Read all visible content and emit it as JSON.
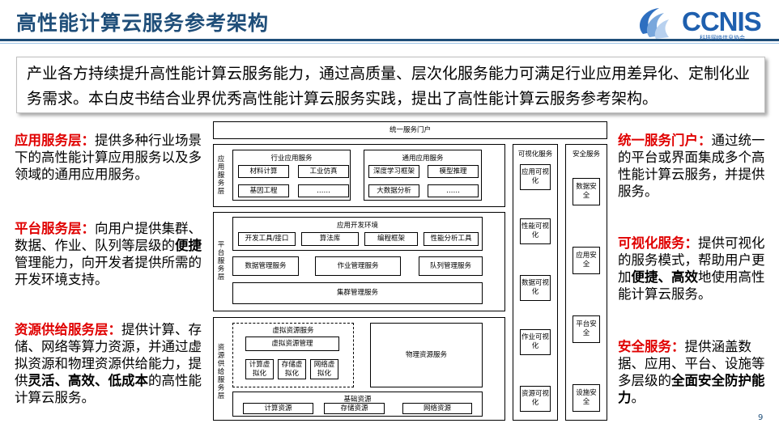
{
  "header": {
    "title": "高性能计算云服务参考架构"
  },
  "logo": {
    "name": "CCNIS",
    "subtitle": "科技网络信息协会"
  },
  "intro": {
    "text": "产业各方持续提升高性能计算云服务能力，通过高质量、层次化服务能力可满足行业应用差异化、定制化业务需求。本白皮书结合业界优秀高性能计算云服务实践，提出了高性能计算云服务参考架构。"
  },
  "left": {
    "app": {
      "title": "应用服务层：",
      "text": "提供多种行业场景下的高性能计算应用服务以及多领域的通用应用服务。"
    },
    "platform": {
      "title": "平台服务层：",
      "text1": "向用户提供集群、数据、作业、队列等层级的",
      "bold": "便捷",
      "text2": "管理能力，向开发者提供所需的开发环境支持。"
    },
    "resource": {
      "title": "资源供给服务层：",
      "text1": "提供计算、存储、网络等算力资源，并通过虚拟资源和物理资源供给能力，提供",
      "bold": "灵活、高效、低成本",
      "text2": "的高性能计算云服务。"
    }
  },
  "right": {
    "portal": {
      "title": "统一服务门户：",
      "text": "通过统一的平台或界面集成多个高性能计算云服务，并提供服务。"
    },
    "visual": {
      "title": "可视化服务：",
      "text1": "提供可视化的服务模式，帮助用户更加",
      "bold": "便捷、高效",
      "text2": "地使用高性能计算云服务。"
    },
    "security": {
      "title": "安全服务：",
      "text1": "提供涵盖数据、应用、平台、设施等多层级的",
      "bold": "全面安全防护能力",
      "text2": "。"
    }
  },
  "diagram": {
    "portal": "统一服务门户",
    "app_layer": {
      "label": "应用服务层",
      "industry": {
        "title": "行业应用服务",
        "items": [
          "材料计算",
          "工业仿真",
          "基因工程",
          "……"
        ]
      },
      "general": {
        "title": "通用应用服务",
        "items": [
          "深度学习框架",
          "模型推理",
          "大数据分析",
          "……"
        ]
      }
    },
    "platform_layer": {
      "label": "平台服务层",
      "devenv": {
        "title": "应用开发环境",
        "items": [
          "开发工具/接口",
          "算法库",
          "编程框架",
          "性能分析工具"
        ]
      },
      "mgmt": [
        "数据管理服务",
        "作业管理服务",
        "队列管理服务"
      ],
      "cluster": "集群管理服务"
    },
    "resource_layer": {
      "label": "资源供给服务层",
      "virtual": {
        "title": "虚拟资源服务",
        "mgmt": "虚拟资源管理",
        "items": [
          "计算虚拟化",
          "存储虚拟化",
          "网络虚拟化"
        ]
      },
      "physical": "物理资源服务",
      "basic": {
        "title": "基础资源",
        "items": [
          "计算资源",
          "存储资源",
          "网络资源"
        ]
      }
    },
    "visual_col": {
      "title": "可视化服务",
      "items": [
        "应用可视化",
        "性能可视化",
        "数据可视化",
        "作业可视化",
        "资源可视化"
      ]
    },
    "security_col": {
      "title": "安全服务",
      "items": [
        "数据安全",
        "应用安全",
        "平台安全",
        "设施安全"
      ]
    }
  },
  "page_number": "9"
}
